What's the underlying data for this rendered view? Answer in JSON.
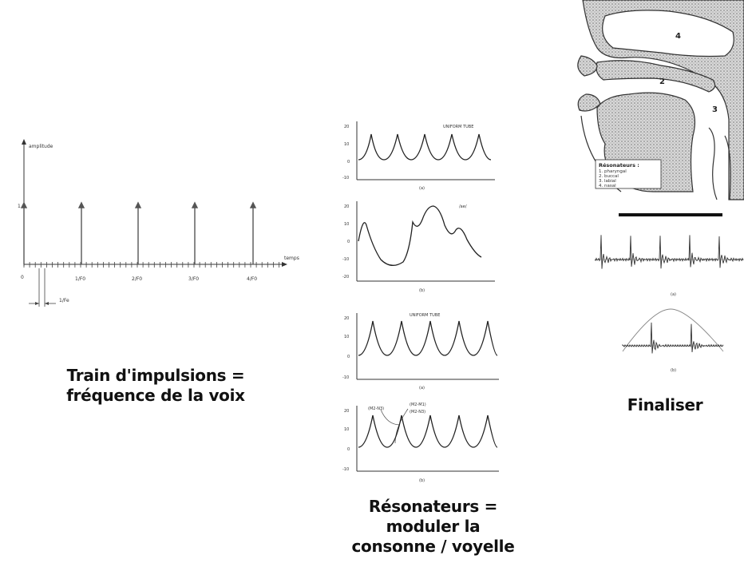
{
  "impulse_train": {
    "y_label": "amplitude",
    "x_label": "temps",
    "one_label": "1",
    "zero_label": "0",
    "tick_labels": [
      "1/F0",
      "2/F0",
      "3/F0",
      "4/F0"
    ],
    "period_label": "1/Fe"
  },
  "resonance_plots": [
    {
      "annotation": "UNIFORM TUBE",
      "y_ticks": [
        "20",
        "10",
        "0",
        "-10"
      ],
      "sublabel": "(a)"
    },
    {
      "annotation": "/ae/",
      "y_ticks": [
        "20",
        "10",
        "0",
        "-10",
        "-20"
      ],
      "sublabel": "(b)"
    },
    {
      "annotation": "UNIFORM TUBE",
      "y_ticks": [
        "20",
        "10",
        "0",
        "-10"
      ],
      "sublabel": "(a)"
    },
    {
      "annotation_a": "(M2-N3)",
      "annotation_b": "(M2-M1)",
      "annotation_c": "(M2-N3)",
      "y_ticks": [
        "20",
        "10",
        "0",
        "-10"
      ],
      "sublabel": "(b)"
    }
  ],
  "vocal_tract": {
    "region_labels": [
      "4",
      "2",
      "3"
    ],
    "legend_title": "Résonateurs :",
    "legend_items": [
      "1. pharyngal",
      "2. buccal",
      "3. labial",
      "4. nasal"
    ]
  },
  "waveform_labels": [
    "(a)",
    "(b)"
  ],
  "captions": {
    "left": [
      "Train d'impulsions =",
      "fréquence de la voix"
    ],
    "middle": [
      "Résonateurs =",
      "moduler la",
      "consonne / voyelle"
    ],
    "right": [
      "Finaliser"
    ]
  }
}
